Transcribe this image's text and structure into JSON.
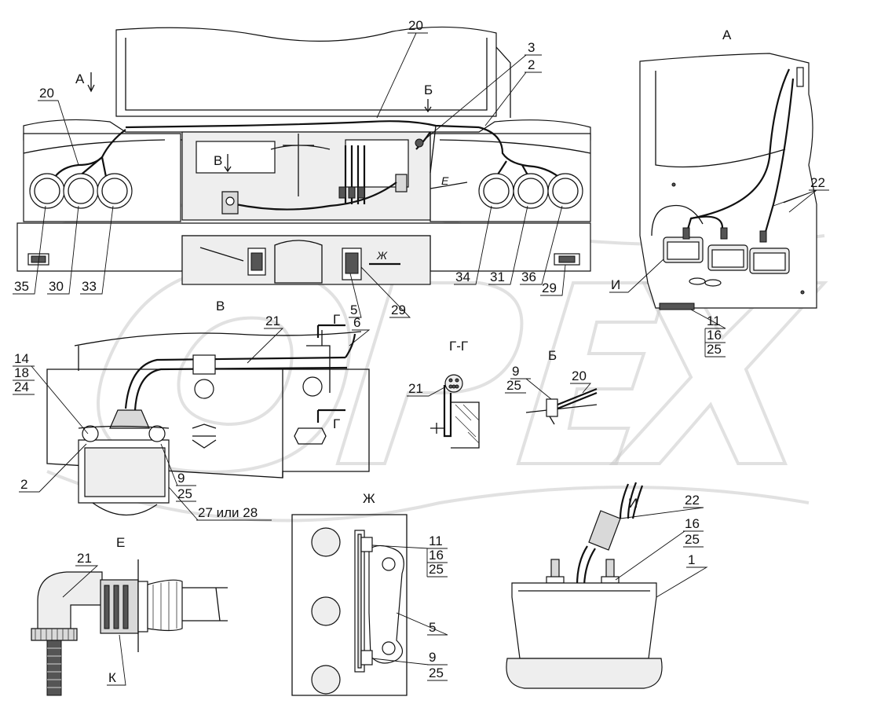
{
  "callouts": {
    "n20_top": "20",
    "n3": "3",
    "n2_top": "2",
    "n20_left": "20",
    "n35": "35",
    "n30": "30",
    "n33": "33",
    "n34": "34",
    "n31": "31",
    "n36": "36",
    "n29_right": "29",
    "n5": "5",
    "n29_mid": "29",
    "n22_a": "22",
    "n11_a": "11",
    "n16_a": "16",
    "n25_a": "25",
    "n21_v": "21",
    "n6": "6",
    "n14": "14",
    "n18": "18",
    "n24": "24",
    "n2_v": "2",
    "n9_v": "9",
    "n25_v": "25",
    "n27": "27 или 28",
    "n21_gg": "21",
    "n9_b": "9",
    "n25_b": "25",
    "n20_b": "20",
    "n21_e": "21",
    "n11_zh": "11",
    "n16_zh": "16",
    "n25_zh1": "25",
    "n5_zh": "5",
    "n9_zh": "9",
    "n25_zh2": "25",
    "n22_i": "22",
    "n16_i": "16",
    "n25_i": "25",
    "n1": "1"
  },
  "views": {
    "A_arrow": "А",
    "B_arrow": "Б",
    "V_arrow": "В",
    "E_arrow": "Е",
    "A_title": "А",
    "I_label": "И",
    "V_title": "В",
    "G_mark_top": "Г",
    "G_mark_bot": "Г",
    "GG_title": "Г-Г",
    "B_title": "Б",
    "E_title": "Е",
    "K_label": "К",
    "Zh_title": "Ж",
    "I_title": "И",
    "Zh_arrow": "Ж"
  }
}
